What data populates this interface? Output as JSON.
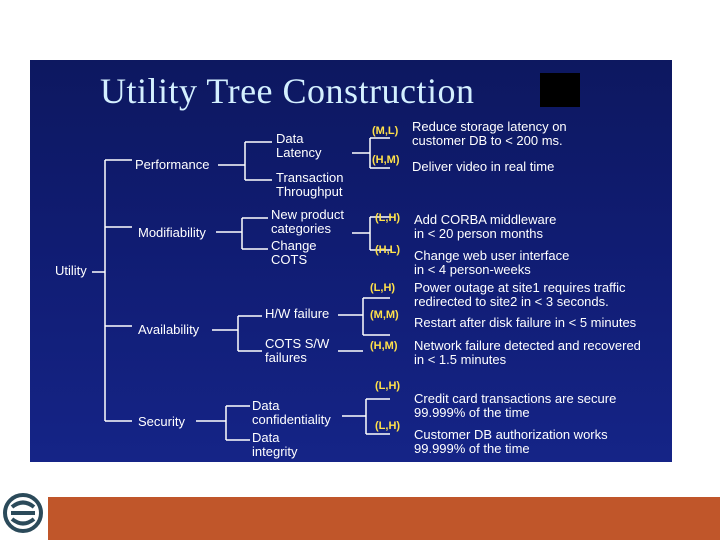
{
  "title": "Utility Tree Construction",
  "root": "Utility",
  "attributes": [
    {
      "name": "Performance"
    },
    {
      "name": "Modifiability"
    },
    {
      "name": "Availability"
    },
    {
      "name": "Security"
    }
  ],
  "refinements": [
    {
      "line1": "Data",
      "line2": "Latency"
    },
    {
      "line1": "Transaction",
      "line2": "Throughput"
    },
    {
      "line1": "New product",
      "line2": "categories"
    },
    {
      "line1": "Change",
      "line2": "COTS"
    },
    {
      "line1": "H/W failure",
      "line2": ""
    },
    {
      "line1": "COTS S/W",
      "line2": "failures"
    },
    {
      "line1": "Data",
      "line2": "confidentiality"
    },
    {
      "line1": "Data",
      "line2": "integrity"
    }
  ],
  "scenarios": [
    {
      "rank": "(M,L)",
      "line1": "Reduce storage latency on",
      "line2": "customer DB to < 200 ms."
    },
    {
      "rank": "(H,M)",
      "line1": "Deliver video in real time",
      "line2": ""
    },
    {
      "rank": "(L,H)",
      "line1": "Add CORBA middleware",
      "line2": "in < 20 person months"
    },
    {
      "rank": "(H,L)",
      "line1": "Change web user interface",
      "line2": "in < 4 person-weeks"
    },
    {
      "rank": "(L,H)",
      "line1": "Power outage at site1 requires traffic",
      "line2": " redirected to site2 in < 3 seconds."
    },
    {
      "rank": "(M,M)",
      "line1": "Restart after disk failure in < 5 minutes",
      "line2": ""
    },
    {
      "rank": "(H,M)",
      "line1": "Network failure detected and recovered",
      "line2": " in < 1.5 minutes"
    },
    {
      "rank": "(L,H)",
      "line1": "Credit card transactions are secure",
      "line2": "99.999% of the time"
    },
    {
      "rank": "(L,H)",
      "line1": "Customer DB authorization works",
      "line2": " 99.999% of the time"
    }
  ],
  "colors": {
    "slide_bg": "#101c72",
    "title": "#d4f0ff",
    "rank": "#ffe14a",
    "footer": "#c0562a",
    "logo": "#2b4a5a"
  },
  "icons": {
    "logo": "swirl-logo-icon"
  }
}
